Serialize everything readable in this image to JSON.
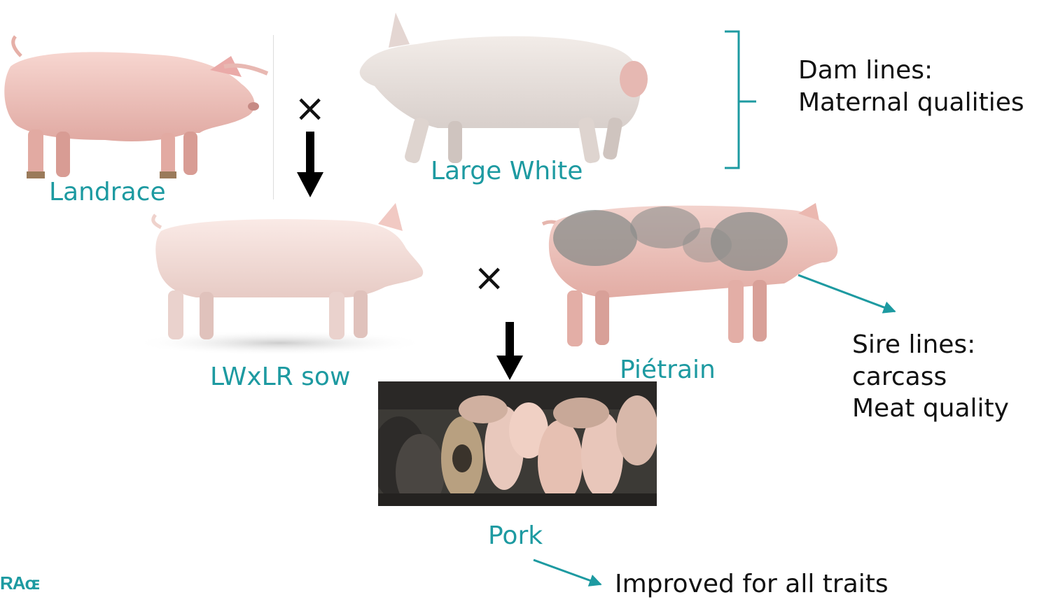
{
  "labels": {
    "landrace": "Landrace",
    "large_white": "Large White",
    "lwxlr_sow": "LWxLR sow",
    "pietrain": "Piétrain",
    "pork": "Pork"
  },
  "dam_lines": [
    "Dam lines:",
    "Maternal qualities"
  ],
  "sire_lines": [
    "Sire lines:",
    "carcass",
    "Meat quality"
  ],
  "improved": "Improved for all traits",
  "cross_symbol": "×",
  "logo_text": "RAɶ",
  "colors": {
    "teal": "#1d9aa1",
    "pig_pink": "#f0c6c0",
    "pig_white": "#ece4df",
    "pietrain_spot": "#8a8c8a"
  }
}
